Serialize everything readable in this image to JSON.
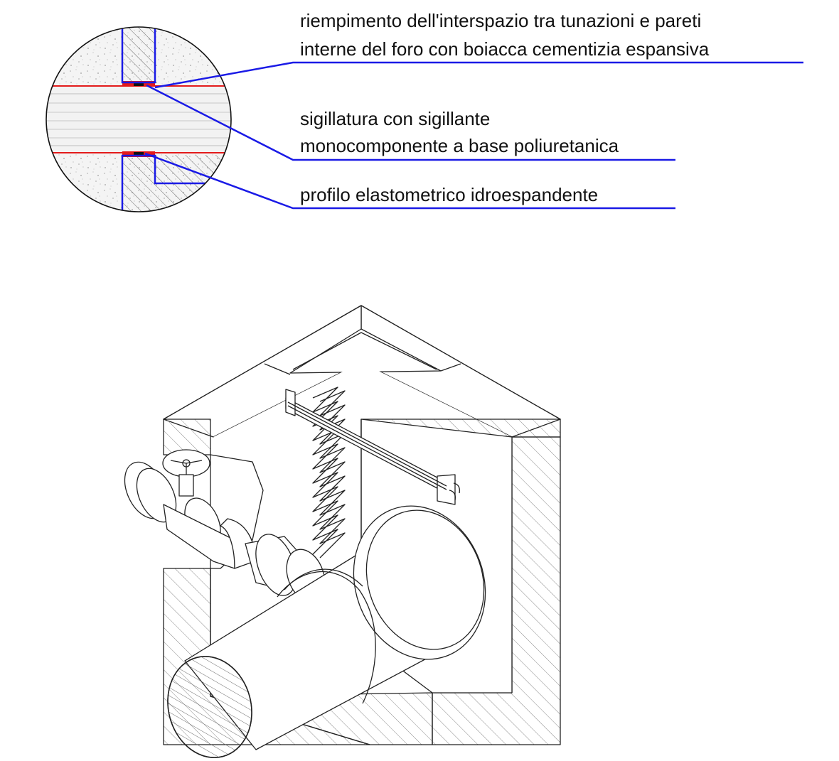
{
  "callouts": [
    {
      "line1": "riempimento dell'interspazio tra tunazioni e pareti",
      "line2": "interne del foro con boiacca cementizia espansiva"
    },
    {
      "line1": "sigillatura con sigillante",
      "line2": "monocomponente a base poliuretanica"
    },
    {
      "line1": "profilo elastometrico idroespandente",
      "line2": ""
    }
  ],
  "colors": {
    "leader_line": "#1a1ae6",
    "seal_red": "#e31b1b",
    "ink": "#111111",
    "concrete_speckle": "#b9b9b9"
  }
}
